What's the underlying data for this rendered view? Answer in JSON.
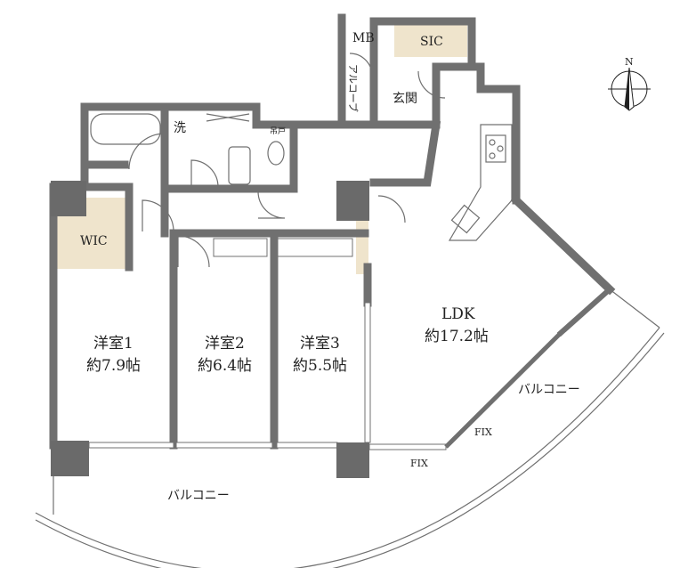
{
  "colors": {
    "wall": "#707070",
    "pillar": "#6a6a6a",
    "storage": "#efe4cc"
  },
  "compass": {
    "label": "N",
    "icon": "north-arrow-icon"
  },
  "rooms": {
    "mb": "MB",
    "sic": "SIC",
    "alcove": "アルコーブ",
    "entrance": "玄関",
    "washroom": "洗",
    "hanging_cabinet": "吊戸",
    "wic": "WIC",
    "bedroom1": {
      "name": "洋室1",
      "size": "約7.9帖"
    },
    "bedroom2": {
      "name": "洋室2",
      "size": "約6.4帖"
    },
    "bedroom3": {
      "name": "洋室3",
      "size": "約5.5帖"
    },
    "ldk": {
      "name": "LDK",
      "size": "約17.2帖"
    },
    "balcony_east": "バルコニー",
    "balcony_south": "バルコニー",
    "fix1": "FIX",
    "fix2": "FIX"
  }
}
